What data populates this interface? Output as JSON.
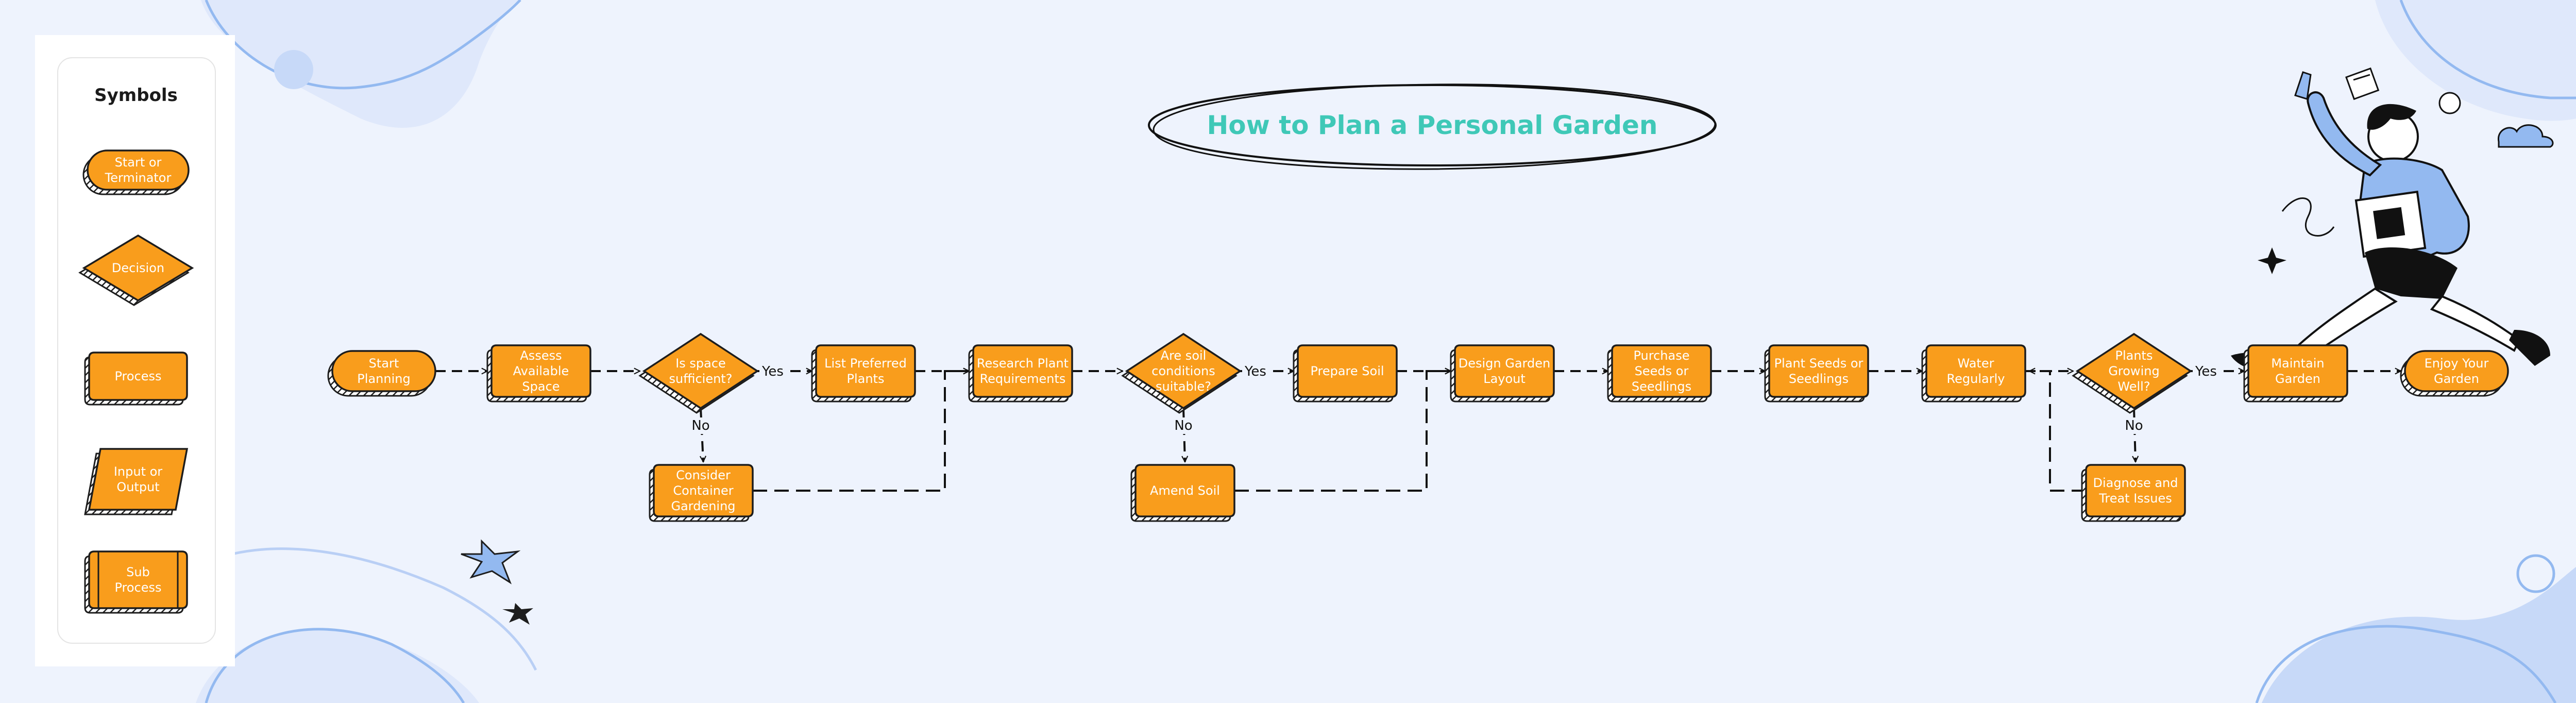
{
  "title": "How to Plan a Personal Garden",
  "colors": {
    "node_fill": "#f99d1c",
    "node_stroke": "#1d1d1d",
    "title": "#3fc8b7",
    "accent_blue": "#93b9f0",
    "background": "#eef3fd"
  },
  "legend": {
    "title": "Symbols",
    "items": [
      {
        "shape": "terminator",
        "label": "Start or\nTerminator"
      },
      {
        "shape": "decision",
        "label": "Decision"
      },
      {
        "shape": "process",
        "label": "Process"
      },
      {
        "shape": "io",
        "label": "Input or\nOutput"
      },
      {
        "shape": "subprocess",
        "label": "Sub\nProcess"
      }
    ]
  },
  "nodes": [
    {
      "id": "start",
      "shape": "terminator",
      "label": "Start\nPlanning"
    },
    {
      "id": "assess",
      "shape": "process",
      "label": "Assess\nAvailable\nSpace"
    },
    {
      "id": "space",
      "shape": "decision",
      "label": "Is space\nsufficient?"
    },
    {
      "id": "container",
      "shape": "process",
      "label": "Consider\nContainer\nGardening"
    },
    {
      "id": "list",
      "shape": "process",
      "label": "List Preferred\nPlants"
    },
    {
      "id": "research",
      "shape": "process",
      "label": "Research Plant\nRequirements"
    },
    {
      "id": "soil",
      "shape": "decision",
      "label": "Are soil\nconditions\nsuitable?"
    },
    {
      "id": "amend",
      "shape": "process",
      "label": "Amend Soil"
    },
    {
      "id": "prepare",
      "shape": "process",
      "label": "Prepare Soil"
    },
    {
      "id": "design",
      "shape": "process",
      "label": "Design Garden\nLayout"
    },
    {
      "id": "purchase",
      "shape": "process",
      "label": "Purchase\nSeeds or\nSeedlings"
    },
    {
      "id": "plant",
      "shape": "process",
      "label": "Plant Seeds or\nSeedlings"
    },
    {
      "id": "water",
      "shape": "process",
      "label": "Water\nRegularly"
    },
    {
      "id": "growing",
      "shape": "decision",
      "label": "Plants\nGrowing\nWell?"
    },
    {
      "id": "diagnose",
      "shape": "process",
      "label": "Diagnose and\nTreat Issues"
    },
    {
      "id": "maintain",
      "shape": "process",
      "label": "Maintain\nGarden"
    },
    {
      "id": "enjoy",
      "shape": "terminator",
      "label": "Enjoy Your\nGarden"
    }
  ],
  "edges": [
    {
      "from": "start",
      "to": "assess",
      "label": ""
    },
    {
      "from": "assess",
      "to": "space",
      "label": ""
    },
    {
      "from": "space",
      "to": "list",
      "label": "Yes"
    },
    {
      "from": "space",
      "to": "container",
      "label": "No"
    },
    {
      "from": "container",
      "to": "research",
      "label": ""
    },
    {
      "from": "list",
      "to": "research",
      "label": ""
    },
    {
      "from": "research",
      "to": "soil",
      "label": ""
    },
    {
      "from": "soil",
      "to": "prepare",
      "label": "Yes"
    },
    {
      "from": "soil",
      "to": "amend",
      "label": "No"
    },
    {
      "from": "amend",
      "to": "design",
      "label": ""
    },
    {
      "from": "prepare",
      "to": "design",
      "label": ""
    },
    {
      "from": "design",
      "to": "purchase",
      "label": ""
    },
    {
      "from": "purchase",
      "to": "plant",
      "label": ""
    },
    {
      "from": "plant",
      "to": "water",
      "label": ""
    },
    {
      "from": "water",
      "to": "growing",
      "label": ""
    },
    {
      "from": "growing",
      "to": "maintain",
      "label": "Yes"
    },
    {
      "from": "growing",
      "to": "diagnose",
      "label": "No"
    },
    {
      "from": "diagnose",
      "to": "water",
      "label": ""
    },
    {
      "from": "maintain",
      "to": "enjoy",
      "label": ""
    }
  ]
}
